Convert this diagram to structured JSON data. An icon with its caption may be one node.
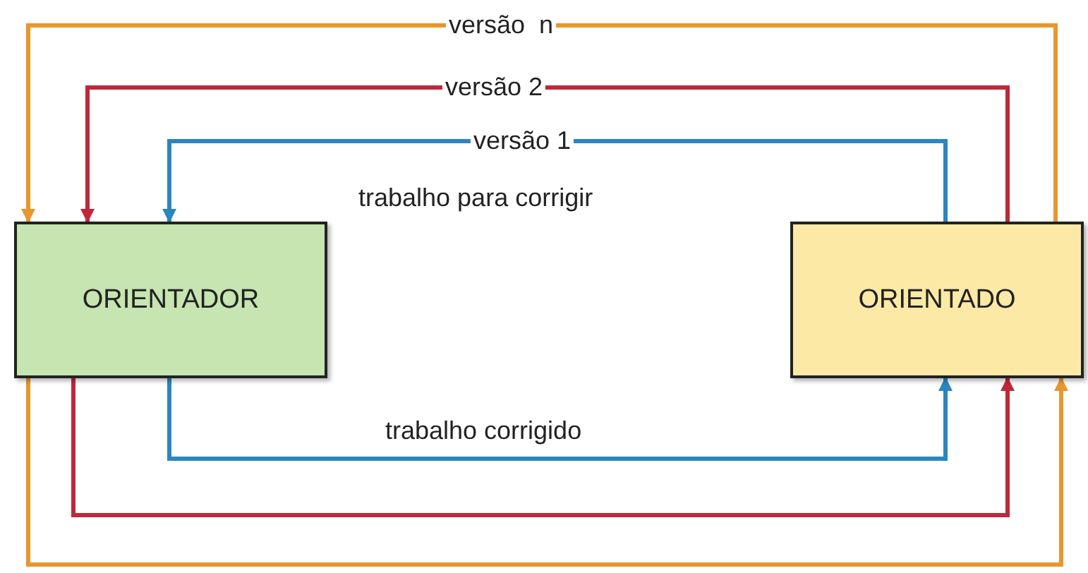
{
  "diagram": {
    "nodes": [
      {
        "text": [
          "ORIENTADOR"
        ]
      },
      {
        "text": [
          "ORIENTADO"
        ]
      }
    ],
    "edges": [
      {
        "from": 1,
        "to": 0,
        "arrow": "to",
        "label": "versão  n",
        "color": "#e8962e"
      },
      {
        "from": 1,
        "to": 0,
        "arrow": "to",
        "label": "versão 2",
        "color": "#c0283a"
      },
      {
        "from": 1,
        "to": 0,
        "arrow": "to",
        "label": "versão 1",
        "color": "#2a86c0"
      },
      {
        "from": 0,
        "to": 1,
        "arrow": "to",
        "color": "#2a86c0"
      },
      {
        "from": 0,
        "to": 1,
        "arrow": "to",
        "color": "#c0283a"
      },
      {
        "from": 0,
        "to": 1,
        "arrow": "to",
        "color": "#e8962e"
      }
    ],
    "labels": [
      "trabalho para corrigir",
      "trabalho corrigido"
    ]
  }
}
